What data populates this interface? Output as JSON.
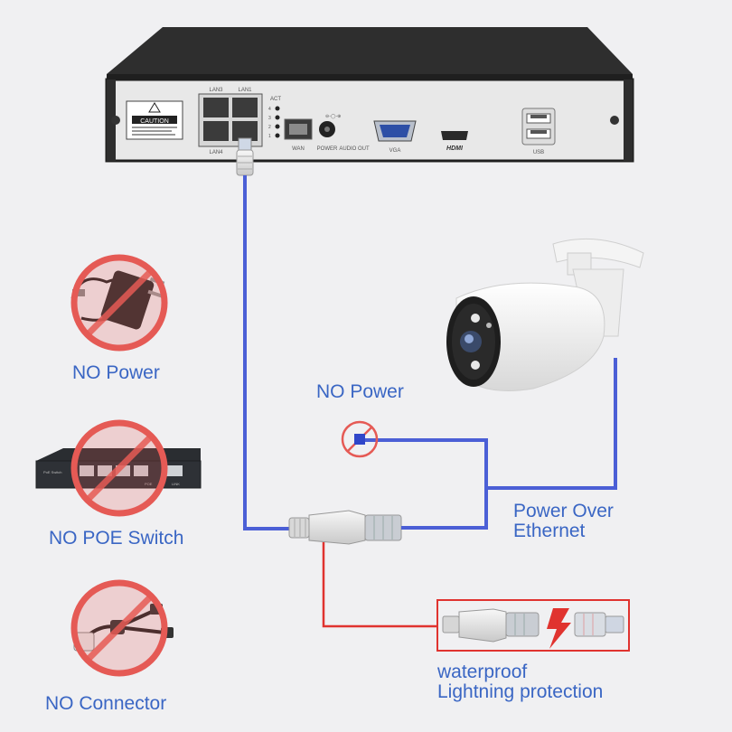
{
  "colors": {
    "background": "#f0f0f2",
    "label_blue": "#3a66c4",
    "cable_blue": "#4b5fd6",
    "cable_red": "#e0332f",
    "no_symbol_red": "#e55a55",
    "nvr_body": "#2b2b2b",
    "nvr_panel": "#e9e9e9"
  },
  "nvr": {
    "caution_label": "CAUTION",
    "port_labels": {
      "lan3": "LAN3",
      "lan1": "LAN1",
      "lan4": "LAN4",
      "act": "ACT",
      "led_numbers": [
        "4",
        "3",
        "2",
        "1"
      ],
      "wan": "WAN",
      "power": "POWER",
      "audio_out": "AUDIO OUT",
      "vga": "VGA",
      "hdmi": "HDMI",
      "usb": "USB"
    }
  },
  "switch_device": {
    "labels": [
      "PoE Switch",
      "POE",
      "LINK"
    ]
  },
  "labels": {
    "no_power_adapter": "NO Power",
    "no_power_camera": "NO Power",
    "no_poe_switch": "NO POE Switch",
    "no_connector": "NO Connector",
    "poe_line1": "Power Over",
    "poe_line2": "Ethernet",
    "lightning_line1": "waterproof",
    "lightning_line2": "Lightning protection"
  },
  "icons": [
    "power-adapter-icon",
    "poe-switch-icon",
    "splitter-cable-icon",
    "prohibited-icon",
    "lightning-bolt-icon",
    "ip-camera-icon",
    "rj45-connector-icon"
  ]
}
